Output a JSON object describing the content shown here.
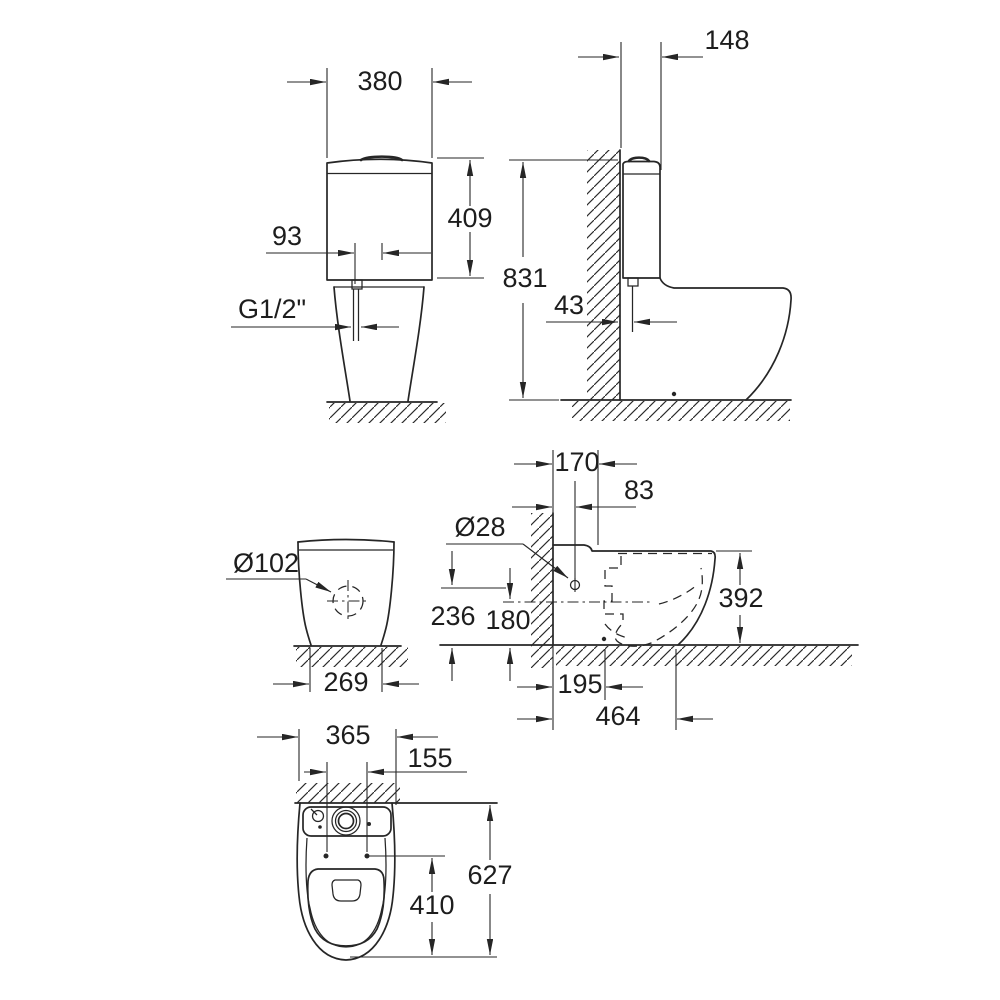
{
  "colors": {
    "background": "#ffffff",
    "ink": "#262626"
  },
  "dims": {
    "front": {
      "width": "380",
      "cistern_height": "409",
      "inlet_offset": "93",
      "inlet_thread": "G1/2\""
    },
    "side": {
      "cistern_depth": "148",
      "total_height": "831",
      "flush_pipe_offset": "43"
    },
    "rear": {
      "outlet_diameter": "Ø102",
      "base_width": "269"
    },
    "section": {
      "rim_depth_at_wall": "170",
      "supply_offset": "83",
      "supply_diameter": "Ø28",
      "supply_height": "236",
      "outlet_centre_height": "180",
      "rim_height": "392",
      "outlet_setout": "195",
      "base_depth": "464"
    },
    "plan": {
      "bowl_width": "365",
      "seat_hole_spacing": "155",
      "total_depth": "627",
      "seat_hole_to_front": "410"
    }
  }
}
